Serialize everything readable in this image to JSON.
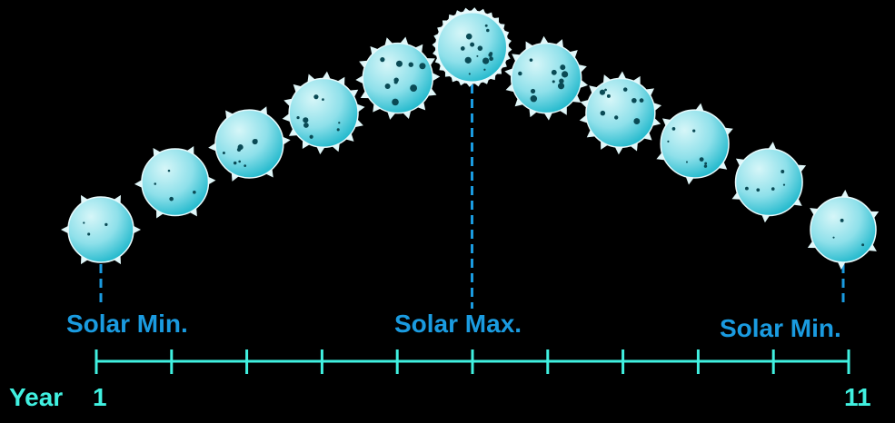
{
  "title": "Solar Cycle",
  "labels": {
    "start": "Solar Min.",
    "peak": "Solar Max.",
    "end": "Solar Min."
  },
  "axis": {
    "prefix": "Year",
    "start_year": "1",
    "end_year": "11",
    "tick_count": 11
  },
  "cycle": {
    "activity": [
      0,
      0.26,
      0.47,
      0.64,
      0.83,
      1,
      0.83,
      0.64,
      0.47,
      0.26,
      0
    ],
    "spots": [
      3,
      4,
      8,
      9,
      9,
      14,
      10,
      9,
      7,
      5,
      3
    ]
  },
  "colors": {
    "label": "#1a9be0",
    "axis": "#40f0e0",
    "sun_light": "#c8f2f6",
    "sun_dark": "#1fb8cc",
    "spot": "#0a4a55"
  }
}
